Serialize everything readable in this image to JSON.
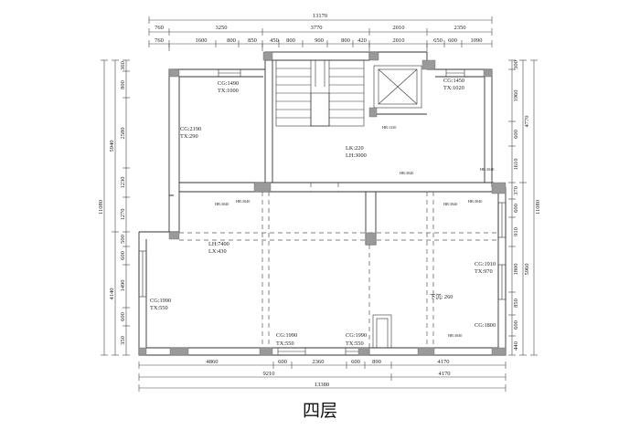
{
  "title": "四层",
  "dimensions": {
    "top_total": "13170",
    "top_row1": [
      "760",
      "3250",
      "3770",
      "2010",
      "2350"
    ],
    "top_row2": [
      "760",
      "1600",
      "800",
      "850",
      "450",
      "800",
      "900",
      "800",
      "420",
      "2010",
      "650",
      "600",
      "1090"
    ],
    "bottom_row1": [
      "4860",
      "600",
      "2360",
      "600",
      "890",
      "4170"
    ],
    "bottom_row2": [
      "9210",
      "4170"
    ],
    "bottom_total": "13380",
    "left_inner": [
      "360",
      "800",
      "2580",
      "1230",
      "1270",
      "500",
      "600",
      "1490",
      "600",
      "350"
    ],
    "left_mid": [
      "5940",
      "4140"
    ],
    "left_total": "11080",
    "right_inner": [
      "300",
      "1960",
      "600",
      "1610",
      "370",
      "600",
      "910",
      "1800",
      "850",
      "600",
      "440"
    ],
    "right_mid": [
      "4770",
      "5960"
    ],
    "right_total": "11080"
  },
  "annotations": {
    "cg1490": "CG:1490",
    "tx1000": "TX:1000",
    "cg1450": "CG:1450",
    "tx1020": "TX:1020",
    "cg2190": "CG:2190",
    "tx290": "TX:290",
    "lk220": "LK:220",
    "lh3000": "LH:3000",
    "lh7400": "LH:7400",
    "lx430": "LX:430",
    "cg1910": "CG:1910",
    "tx970": "TX:970",
    "cg1990_left": "CG:1990",
    "tx550_left": "TX:550",
    "cg1990_mid1": "CG:1990",
    "tx550_mid1": "TX:550",
    "cg1990_mid2": "CG:1990",
    "tx550_mid2": "TX:550",
    "cg1800": "CG:1800",
    "down260": "下沉: 260"
  },
  "heights": [
    "HB:1320",
    "HB:3040",
    "HB:3040",
    "HB:3040",
    "HB:3040",
    "HB:3040",
    "HB:3040",
    "HB:3040"
  ],
  "colors": {
    "line": "#333333",
    "column": "#9a9a9a",
    "dim_line": "#444444"
  }
}
